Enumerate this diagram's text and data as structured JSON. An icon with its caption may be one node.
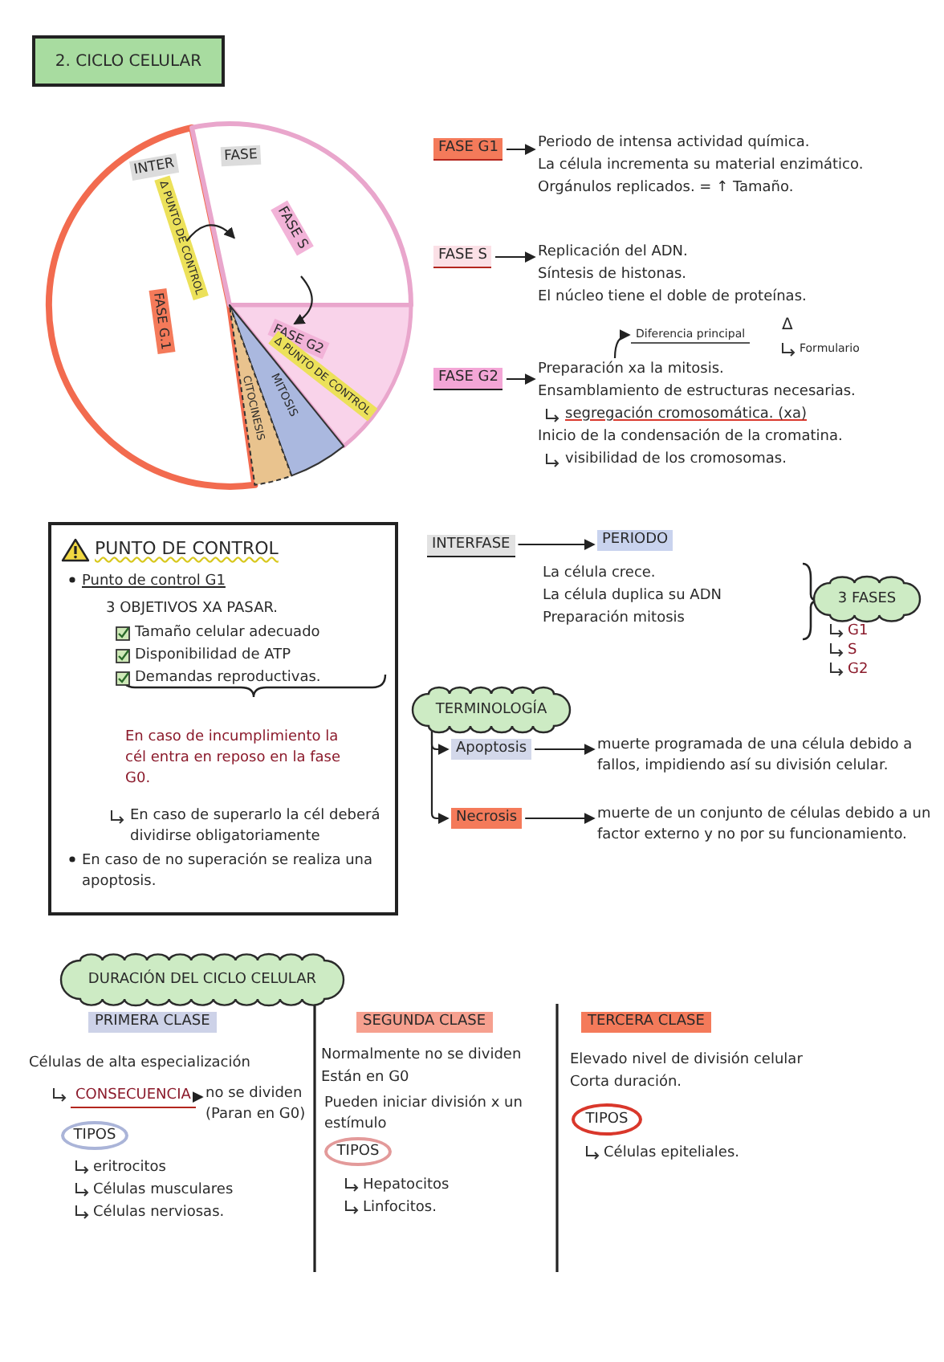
{
  "diagram": {
    "title": "2. CICLO CELULAR",
    "nodes": [
      {
        "text": [
          "Δ PUNTO DE CONTROL",
          "FASE G.1"
        ]
      },
      {
        "text": [
          "FASE S"
        ]
      },
      {
        "text": [
          "FASE G2",
          "Δ PUNTO DE CONTROL"
        ]
      },
      {
        "text": [
          "MITOSIS"
        ]
      },
      {
        "text": [
          "CITOCINESIS"
        ]
      },
      {
        "text": [
          "FASE G1"
        ]
      },
      {
        "text": [
          "Periodo de intensa actividad química.",
          "La célula incrementa su material enzimático.",
          "Orgánulos replicados. = ↑ Tamaño."
        ]
      },
      {
        "text": [
          "FASE S"
        ]
      },
      {
        "text": [
          "Replicación del ADN.",
          "Síntesis de histonas.",
          "El núcleo tiene el doble de proteínas."
        ]
      },
      {
        "text": [
          "FASE G2"
        ]
      },
      {
        "text": [
          "Preparación xa la mitosis.",
          "Ensamblamiento de estructuras necesarias.",
          "segregación cromosomática. (xa)",
          "Inicio de la condensación de la cromatina.",
          "visibilidad de los cromosomas."
        ]
      },
      {
        "text": [
          "Diferencia principal"
        ]
      },
      {
        "text": [
          "INTERFASE"
        ]
      },
      {
        "text": [
          "PERIODO"
        ]
      },
      {
        "text": [
          "La célula crece.",
          "La célula duplica su ADN",
          "Preparación mitosis"
        ]
      },
      {
        "text": [
          "3 FASES"
        ]
      },
      {
        "text": [
          "PUNTO DE CONTROL",
          "Punto de control G1",
          "3 OBJETIVOS XA PASAR.",
          "Tamaño celular adecuado",
          "Disponibilidad de ATP",
          "Demandas reproductivas.",
          "En caso de incumplimiento la cél entra en reposo en la fase G0.",
          "En caso de superarlo la cél deberá dividirse obligatoriamente",
          "En caso de no superación se realiza una apoptosis."
        ]
      },
      {
        "text": [
          "TERMINOLOGÍA"
        ]
      },
      {
        "text": [
          "Apoptosis"
        ]
      },
      {
        "text": [
          "muerte programada de una célula debido a fallos, impidiendo así su división celular."
        ]
      },
      {
        "text": [
          "Necrosis"
        ]
      },
      {
        "text": [
          "muerte de un conjunto de células debido a un factor externo y no por su funcionamiento."
        ]
      },
      {
        "text": [
          "DURACIÓN DEL CICLO CELULAR"
        ]
      },
      {
        "text": [
          "CONSECUENCIA"
        ]
      },
      {
        "text": [
          "no se dividen (Paran en G0)"
        ]
      },
      {
        "text": [
          "TIPOS"
        ]
      },
      {
        "text": [
          "TIPOS"
        ]
      },
      {
        "text": [
          "TIPOS"
        ]
      }
    ],
    "edges": [
      {
        "from": 5,
        "to": 6,
        "arrow": "to"
      },
      {
        "from": 7,
        "to": 8,
        "arrow": "to"
      },
      {
        "from": 9,
        "to": 10,
        "arrow": "to"
      },
      {
        "from": 10,
        "to": 11,
        "arrow": "to"
      },
      {
        "from": 12,
        "to": 13,
        "arrow": "to"
      },
      {
        "from": 17,
        "to": 18,
        "arrow": "to"
      },
      {
        "from": 17,
        "to": 20,
        "arrow": "to"
      },
      {
        "from": 18,
        "to": 19,
        "arrow": "to"
      },
      {
        "from": 20,
        "to": 21,
        "arrow": "to"
      },
      {
        "from": 23,
        "to": 24,
        "arrow": "to"
      },
      {
        "from": 0,
        "to": 1,
        "arrow": "to"
      },
      {
        "from": 1,
        "to": 2,
        "arrow": "to"
      }
    ],
    "labels": [
      "INTER",
      "FASE",
      "Δ",
      "Formulario",
      "G1",
      "S",
      "G2",
      "PRIMERA CLASE",
      "Células de alta especialización",
      "eritrocitos",
      "Células musculares",
      "Células nerviosas.",
      "SEGUNDA CLASE",
      "Normalmente no se dividen",
      "Están en G0",
      "Pueden iniciar división x un estímulo",
      "Hepatocitos",
      "Linfocitos.",
      "TERCERA CLASE",
      "Elevado nivel de división celular",
      "Corta duración.",
      "Células epiteliales."
    ]
  }
}
